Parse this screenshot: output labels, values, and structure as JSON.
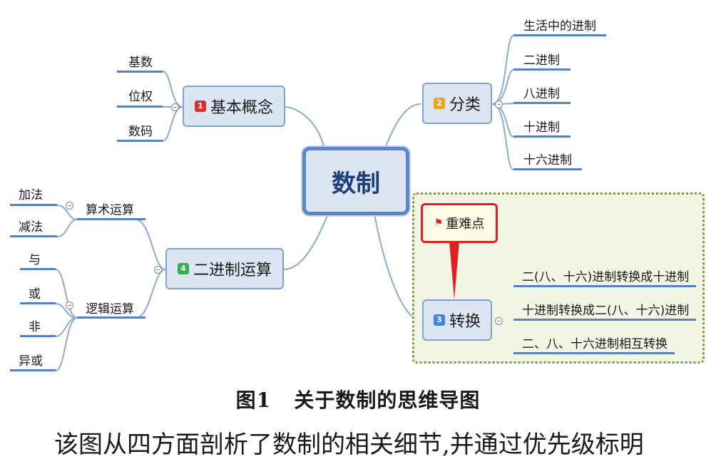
{
  "central": "数制",
  "topics": {
    "basic": {
      "badge": "1",
      "badge_color": "#d9322e",
      "label": "基本概念",
      "children": [
        "基数",
        "位权",
        "数码"
      ]
    },
    "classify": {
      "badge": "2",
      "badge_color": "#f2a31c",
      "label": "分类",
      "children": [
        "生活中的进制",
        "二进制",
        "八进制",
        "十进制",
        "十六进制"
      ]
    },
    "convert": {
      "badge": "3",
      "badge_color": "#4a84d6",
      "label": "转换",
      "children": [
        "二(八、十六)进制转换成十进制",
        "十进制转换成二(八、十六)进制",
        "二、八、十六进制相互转换"
      ]
    },
    "binop": {
      "badge": "4",
      "badge_color": "#2fb24a",
      "label": "二进制运算",
      "arith": {
        "label": "算术运算",
        "children": [
          "加法",
          "减法"
        ]
      },
      "logic": {
        "label": "逻辑运算",
        "children": [
          "与",
          "或",
          "非",
          "异或"
        ]
      }
    }
  },
  "callout": "重难点",
  "caption": {
    "prefix": "图",
    "num": "1",
    "title": "关于数制的思维导图"
  },
  "paragraph": "该图从四方面剖析了数制的相关细节,并通过优先级标明"
}
